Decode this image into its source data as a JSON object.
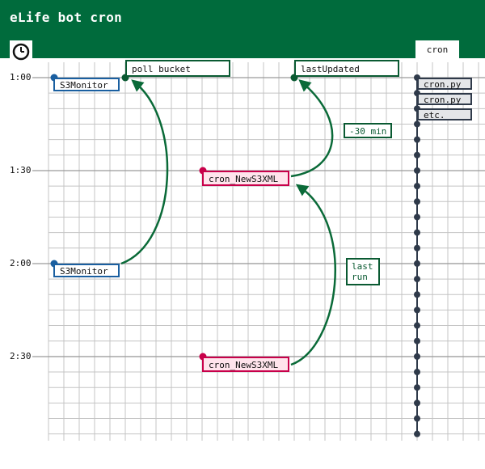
{
  "title": "eLife bot cron",
  "tab_label": "cron",
  "time_labels": [
    "1:00",
    "1:30",
    "2:00",
    "2:30"
  ],
  "events": {
    "s3monitor_1": "S3Monitor",
    "s3monitor_2": "S3Monitor",
    "cron_news3xml_1": "cron_NewS3XML",
    "cron_news3xml_2": "cron_NewS3XML"
  },
  "markers": {
    "poll_bucket": "poll bucket",
    "last_updated": "lastUpdated"
  },
  "notes": {
    "minus_30": "-30 min",
    "last_run": "last\nrun"
  },
  "cron_items": [
    "cron.py",
    "cron.py",
    "etc."
  ],
  "colors": {
    "header": "#006b3c",
    "s3monitor": "#1a5fa0",
    "cron_news3xml": "#c8004a",
    "arrow": "#0a6a38",
    "cron_dot": "#2f3a4a"
  }
}
